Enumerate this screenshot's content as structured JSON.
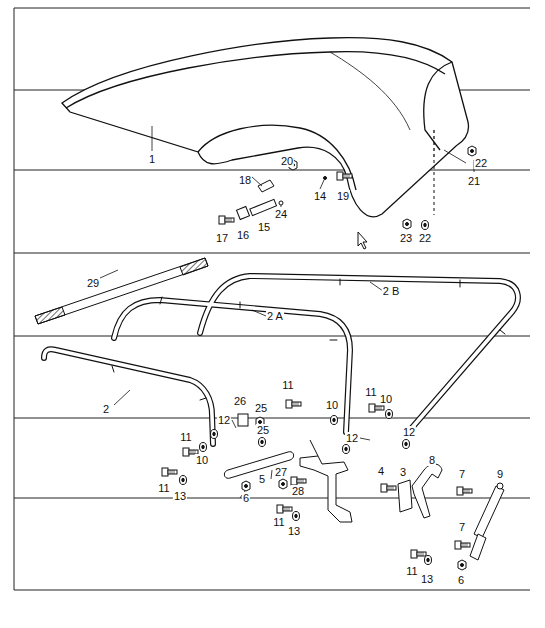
{
  "diagram": {
    "labels": [
      "1",
      "20",
      "18",
      "14",
      "19",
      "22",
      "21",
      "17",
      "16",
      "15",
      "24",
      "23",
      "22",
      "29",
      "2 B",
      "2 A",
      "2",
      "11",
      "11",
      "10",
      "26",
      "25",
      "12",
      "10",
      "11",
      "12",
      "12",
      "25",
      "10",
      "11",
      "13",
      "5",
      "27",
      "28",
      "6",
      "8",
      "4",
      "3",
      "7",
      "9",
      "11",
      "13",
      "7",
      "11",
      "13",
      "6"
    ]
  }
}
